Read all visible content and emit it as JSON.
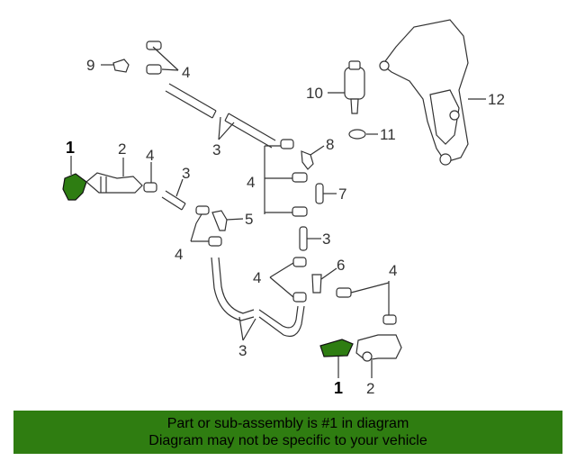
{
  "diagram": {
    "callouts": {
      "c1_left": "1",
      "c1_bottom": "1",
      "c2_left": "2",
      "c2_bottom": "2",
      "c3_top": "3",
      "c3_mid": "3",
      "c3_right": "3",
      "c3_bottom": "3",
      "c4_top": "4",
      "c4_left": "4",
      "c4_mid": "4",
      "c4_lower": "4",
      "c4_mid2": "4",
      "c4_right": "4",
      "c5": "5",
      "c6": "6",
      "c7": "7",
      "c8": "8",
      "c9": "9",
      "c10": "10",
      "c11": "11",
      "c12": "12"
    },
    "colors": {
      "highlight_part": "#2e7d12",
      "line": "#333333"
    }
  },
  "banner": {
    "line1": "Part or sub-assembly is #1 in diagram",
    "line2": "Diagram may not be specific to your vehicle",
    "color": "#2f7d11"
  }
}
